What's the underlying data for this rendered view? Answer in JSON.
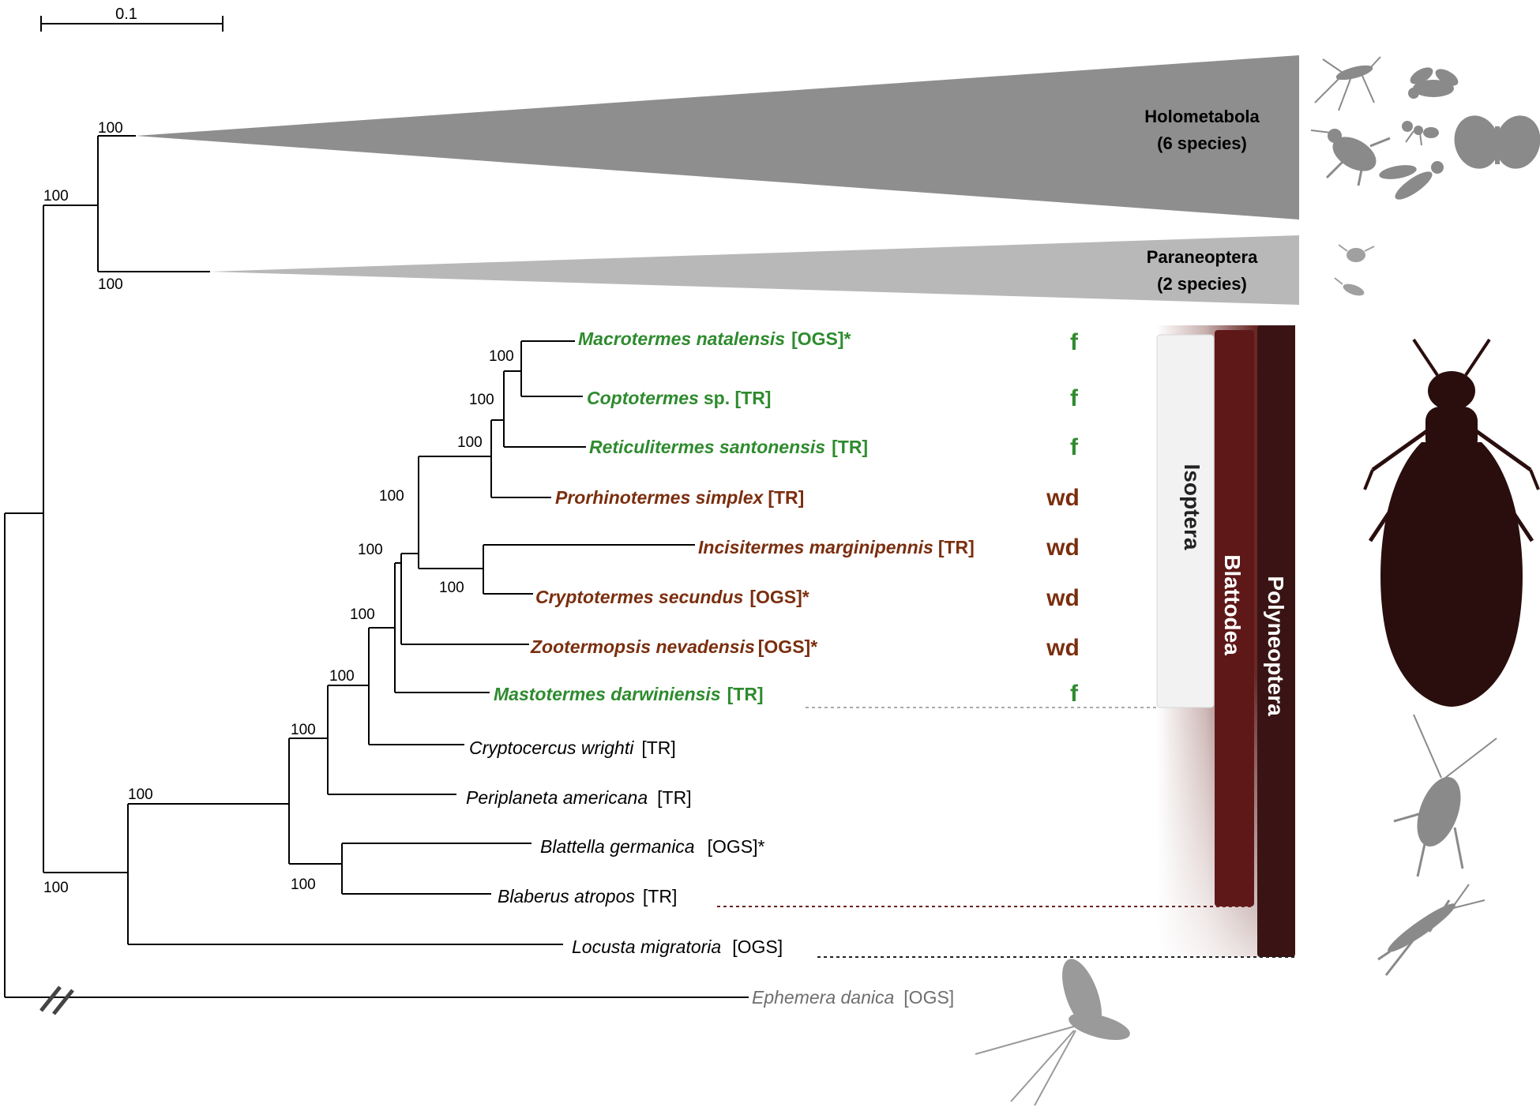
{
  "scale_bar": {
    "label": "0.1"
  },
  "collapsed_clades": [
    {
      "name": "Holometabola",
      "count": "(6 species)",
      "support": "100"
    },
    {
      "name": "Paraneoptera",
      "count": "(2 species)",
      "support": "100"
    }
  ],
  "support": {
    "ingroup_root": "100",
    "polyneoptera_root": "100",
    "dictyoptera": "100",
    "blattodea_core": "100",
    "blattellidae": "100",
    "roaches_termites": "100",
    "termites_cryptocercus": "100",
    "termites_core": "100",
    "neoisoptera": "100",
    "kalotermitidae": "100",
    "rhinotermitids": "100",
    "termitidae_coptotermes": "100"
  },
  "taxa": [
    {
      "genus_species": "Macrotermes natalensis",
      "suffix": "[OGS]*",
      "group": "green",
      "trait": "f"
    },
    {
      "genus_species": "Coptotermes",
      "suffix": "sp. [TR]",
      "group": "green",
      "trait": "f"
    },
    {
      "genus_species": "Reticulitermes santonensis",
      "suffix": "[TR]",
      "group": "green",
      "trait": "f"
    },
    {
      "genus_species": "Prorhinotermes simplex",
      "suffix": "[TR]",
      "group": "brown",
      "trait": "wd"
    },
    {
      "genus_species": "Incisitermes marginipennis",
      "suffix": "[TR]",
      "group": "brown",
      "trait": "wd"
    },
    {
      "genus_species": "Cryptotermes secundus",
      "suffix": "[OGS]*",
      "group": "brown",
      "trait": "wd"
    },
    {
      "genus_species": "Zootermopsis nevadensis",
      "suffix": "[OGS]*",
      "group": "brown",
      "trait": "wd"
    },
    {
      "genus_species": "Mastotermes darwiniensis",
      "suffix": "[TR]",
      "group": "green",
      "trait": "f"
    },
    {
      "genus_species": "Cryptocercus wrighti",
      "suffix": "[TR]",
      "group": "black",
      "trait": ""
    },
    {
      "genus_species": "Periplaneta americana",
      "suffix": "[TR]",
      "group": "black",
      "trait": ""
    },
    {
      "genus_species": "Blattella germanica",
      "suffix": "[OGS]*",
      "group": "black",
      "trait": ""
    },
    {
      "genus_species": "Blaberus atropos",
      "suffix": "[TR]",
      "group": "black",
      "trait": ""
    },
    {
      "genus_species": "Locusta migratoria",
      "suffix": "[OGS]",
      "group": "black",
      "trait": ""
    },
    {
      "genus_species": "Ephemera danica",
      "suffix": "[OGS]",
      "group": "gray",
      "trait": ""
    }
  ],
  "brackets": {
    "isoptera": "Isoptera",
    "blattodea": "Blattodea",
    "polyneoptera": "Polyneoptera"
  },
  "colors": {
    "green": "#2e8b2e",
    "brown": "#7a2e0e",
    "black": "#000000",
    "gray": "#6e6e6e",
    "holometabola_fill": "#8e8e8e",
    "paraneoptera_fill": "#b5b5b5",
    "polyneoptera_bar": "#3a1414",
    "blattodea_bar": "#5e1818",
    "isoptera_bar": "#f0f0f0",
    "silhouette_gray": "#8a8a8a",
    "termite_silhouette": "#2a0e0e"
  },
  "icons": [
    "mosquito-icon",
    "fly-icon",
    "beetle-icon",
    "ant-icon",
    "wasp-icon",
    "butterfly-icon",
    "aphid-icon",
    "thrips-icon",
    "termite-alate-icon",
    "cockroach-icon",
    "grasshopper-icon",
    "mayfly-icon"
  ]
}
